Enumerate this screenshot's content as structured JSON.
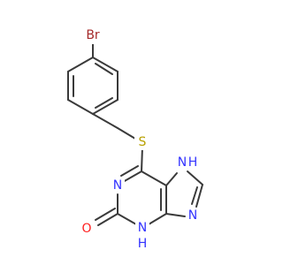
{
  "molecule": {
    "atoms": {
      "br": "Br",
      "s": "S",
      "n1": "N",
      "n3h": "NH",
      "n3h_prefix": "H",
      "n3h_suffix": "",
      "n7h": "H",
      "n9": "N",
      "o": "O",
      "n_h": "N",
      "n_h2": "N"
    },
    "labels": {
      "br": "Br",
      "s": "S",
      "n_left": "N",
      "n_nh_bottom": "N",
      "h_bottom": "H",
      "n_nh_right": "N",
      "h_right": "H",
      "n_right": "N",
      "o": "O"
    },
    "colors": {
      "bond": "#3a3a3a",
      "bromine": "#a52a2a",
      "sulfur": "#b8a000",
      "nitrogen": "#3333ff",
      "oxygen": "#ff2020"
    }
  }
}
